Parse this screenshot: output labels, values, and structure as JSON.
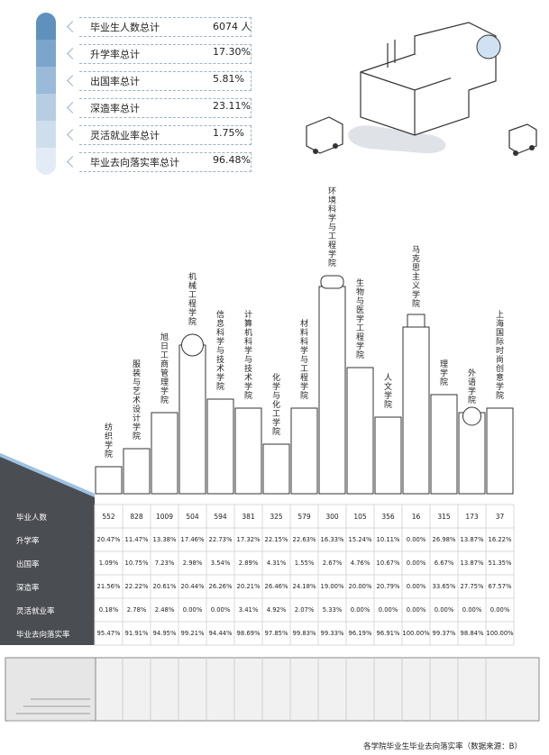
{
  "summary": {
    "items": [
      {
        "label": "毕业生人数总计",
        "value": "6074 人"
      },
      {
        "label": "升学率总计",
        "value": "17.30%"
      },
      {
        "label": "出国率总计",
        "value": "5.81%"
      },
      {
        "label": "深造率总计",
        "value": "23.11%"
      },
      {
        "label": "灵活就业率总计",
        "value": "1.75%"
      },
      {
        "label": "毕业去向落实率总计",
        "value": "96.48%"
      }
    ],
    "pill_colors": [
      "#5f91bd",
      "#7ba6cc",
      "#99bad8",
      "#b6cde3",
      "#cfdeed",
      "#e3ecf6"
    ]
  },
  "chart_data": {
    "type": "table",
    "title": "",
    "row_labels": [
      "毕业人数",
      "升学率",
      "出国率",
      "深造率",
      "灵活就业率",
      "毕业去向落实率"
    ],
    "colleges": [
      {
        "name": "纺织学院",
        "count": "552",
        "rates": [
          "20.47%",
          "1.09%",
          "21.56%",
          "0.18%",
          "95.47%"
        ]
      },
      {
        "name": "服装与艺术设计学院",
        "count": "828",
        "rates": [
          "11.47%",
          "10.75%",
          "22.22%",
          "2.78%",
          "91.91%"
        ]
      },
      {
        "name": "旭日工商管理学院",
        "count": "1009",
        "rates": [
          "13.38%",
          "7.23%",
          "20.61%",
          "2.48%",
          "94.95%"
        ]
      },
      {
        "name": "机械工程学院",
        "count": "504",
        "rates": [
          "17.46%",
          "2.98%",
          "20.44%",
          "0.00%",
          "99.21%"
        ]
      },
      {
        "name": "信息科学与技术学院",
        "count": "594",
        "rates": [
          "22.73%",
          "3.54%",
          "26.26%",
          "0.00%",
          "94.44%"
        ]
      },
      {
        "name": "计算机科学与技术学院",
        "count": "381",
        "rates": [
          "17.32%",
          "2.89%",
          "20.21%",
          "3.41%",
          "98.69%"
        ]
      },
      {
        "name": "化学与化工学院",
        "count": "325",
        "rates": [
          "22.15%",
          "4.31%",
          "26.46%",
          "4.92%",
          "97.85%"
        ]
      },
      {
        "name": "材料科学与工程学院",
        "count": "579",
        "rates": [
          "22.63%",
          "1.55%",
          "24.18%",
          "2.07%",
          "99.83%"
        ]
      },
      {
        "name": "环境科学与工程学院",
        "count": "300",
        "rates": [
          "16.33%",
          "2.67%",
          "19.00%",
          "5.33%",
          "99.33%"
        ]
      },
      {
        "name": "生物与医学工程学院",
        "count": "105",
        "rates": [
          "15.24%",
          "4.76%",
          "20.00%",
          "0.00%",
          "96.19%"
        ]
      },
      {
        "name": "人文学院",
        "count": "356",
        "rates": [
          "10.11%",
          "10.67%",
          "20.79%",
          "0.00%",
          "96.91%"
        ]
      },
      {
        "name": "马克思主义学院",
        "count": "16",
        "rates": [
          "0.00%",
          "0.00%",
          "0.00%",
          "0.00%",
          "100.00%"
        ]
      },
      {
        "name": "理学院",
        "count": "315",
        "rates": [
          "26.98%",
          "6.67%",
          "33.65%",
          "0.00%",
          "99.37%"
        ]
      },
      {
        "name": "外语学院",
        "count": "173",
        "rates": [
          "13.87%",
          "13.87%",
          "27.75%",
          "0.00%",
          "98.84%"
        ]
      },
      {
        "name": "上海国际时尚创意学院",
        "count": "37",
        "rates": [
          "16.22%",
          "51.35%",
          "67.57%",
          "0.00%",
          "100.00%"
        ]
      }
    ]
  },
  "footer": "各学院毕业生毕业去向落实率（数据来源：B）",
  "colors": {
    "dark": "#4a4d52",
    "accent": "#9cc3e4",
    "grid": "#d8d8d8"
  }
}
